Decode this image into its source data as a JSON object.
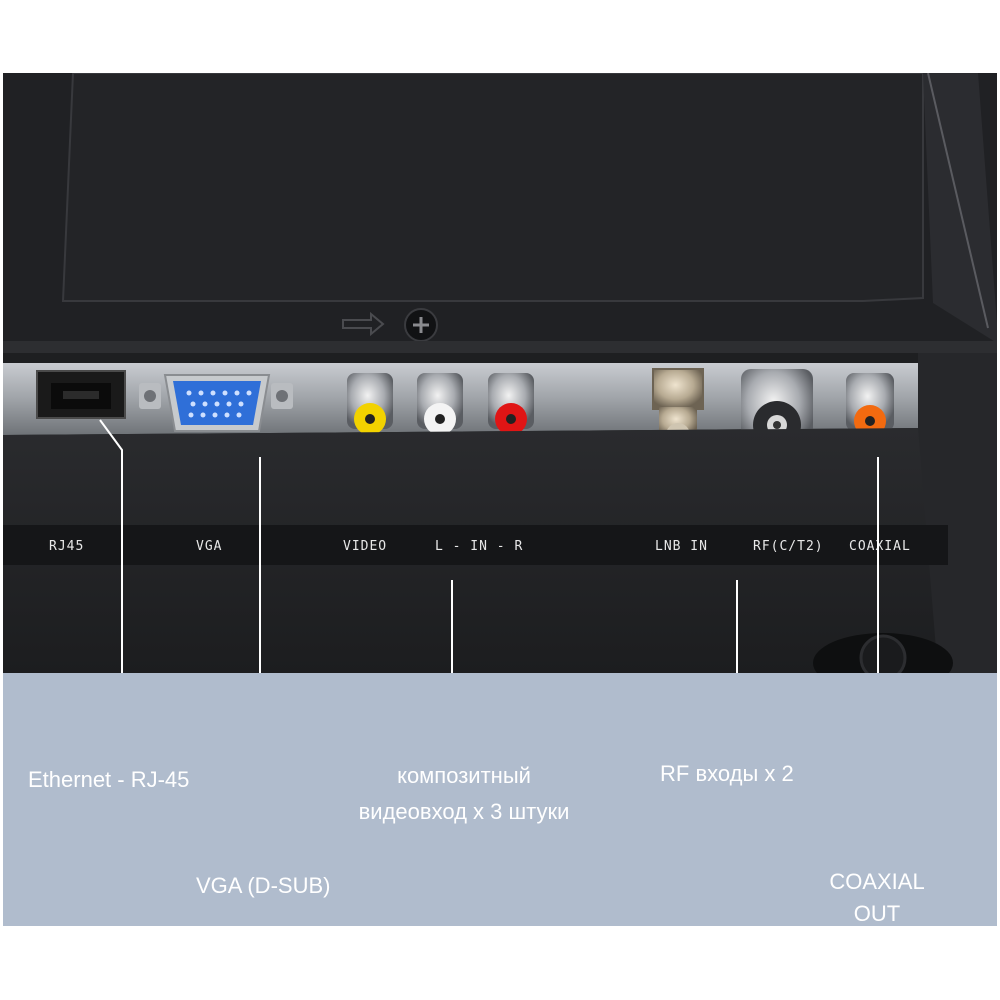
{
  "port_labels": {
    "rj45": "RJ45",
    "vga": "VGA",
    "video": "VIDEO",
    "audio": "L - IN - R",
    "lnb": "LNB IN",
    "rf": "RF(C/T2)",
    "coaxial": "COAXIAL"
  },
  "captions": {
    "ethernet": "Ethernet - RJ-45",
    "vga": "VGA (D-SUB)",
    "composite_line1": "композитный",
    "composite_line2": "видеовход х 3 штуки",
    "rf": "RF входы х 2",
    "coaxial_line1": "COAXIAL",
    "coaxial_line2": "OUT"
  },
  "colors": {
    "caption_band": "#b0bccd",
    "tv_body": "#1e1f21",
    "rca_video": "#f2d200",
    "rca_audio_l": "#f4f4f4",
    "rca_audio_r": "#e01515",
    "rca_coaxial": "#f26a10",
    "vga_port": "#2f6fd8"
  },
  "icons": {
    "rj45": "rj45-port-icon",
    "vga": "vga-port-icon",
    "rca": "rca-jack-icon",
    "f_connector": "f-connector-icon",
    "rf_connector": "rf-antenna-connector-icon"
  }
}
